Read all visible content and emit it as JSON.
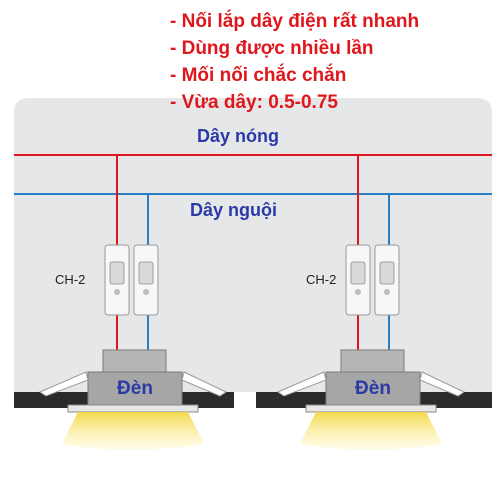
{
  "features": [
    "- Nối lắp dây điện rất nhanh",
    "- Dùng được nhiều lần",
    "- Mối nối chắc chắn",
    "- Vừa dây: 0.5-0.75"
  ],
  "wires": {
    "live_label": "Dây nóng",
    "neutral_label": "Dây nguội",
    "live_color": "#e0161d",
    "neutral_color": "#2a7fc4"
  },
  "connectors": [
    {
      "label": "CH-2"
    },
    {
      "label": "CH-2"
    }
  ],
  "lamps": [
    {
      "label": "Đèn"
    },
    {
      "label": "Đèn"
    }
  ],
  "colors": {
    "panel": "#e6e7e9",
    "ceiling": "#2b2b2b",
    "lamp_body": "#a6a6a6",
    "light": "#f2d64a",
    "text_red": "#e0161d",
    "text_blue": "#2b3aa8"
  }
}
